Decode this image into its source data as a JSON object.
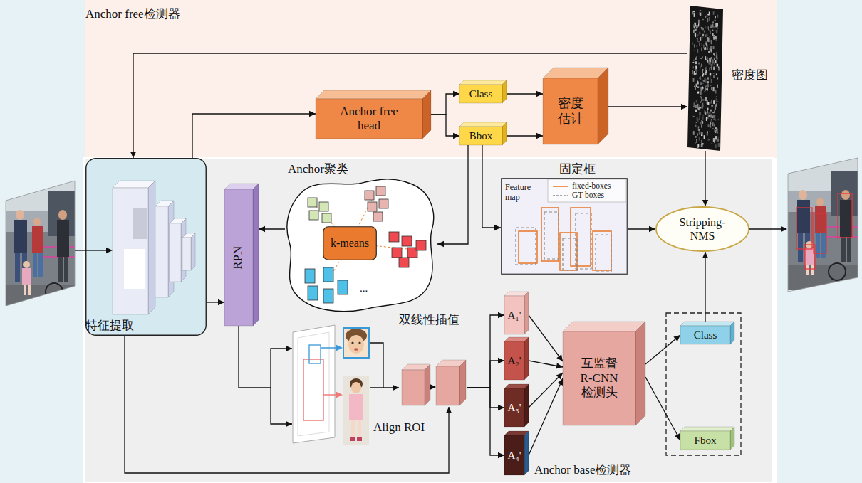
{
  "diagram": {
    "nodes": [
      {
        "text": [
          "Anchor free检测器"
        ]
      },
      {
        "text": [
          "Anchor base检测器"
        ]
      },
      {
        "text": [
          "Anchor free head"
        ],
        "in": 0
      },
      {
        "text": [
          "Class"
        ],
        "in": 0
      },
      {
        "text": [
          "Bbox"
        ],
        "in": 0
      },
      {
        "text": [
          "密度 估计"
        ],
        "in": 0
      },
      {
        "text": [
          "密度图"
        ],
        "in": 0
      },
      {
        "text": [
          "特征提取"
        ],
        "in": 1
      },
      {
        "text": [
          "RPN"
        ],
        "in": 1
      },
      {
        "text": [
          "Anchor聚类",
          "..."
        ],
        "in": 1
      },
      {
        "text": [
          "k-means"
        ],
        "in": 9
      },
      {
        "text": [
          "固定框",
          "Feature map"
        ],
        "in": 1
      },
      {
        "text": [
          "Stripping-NMS"
        ],
        "in": 1
      },
      {
        "text": [
          "Align ROI"
        ],
        "in": 1
      },
      {
        "text": [
          "双线性插值"
        ],
        "in": 1
      },
      {
        "text": [
          "A₁'"
        ],
        "in": 1
      },
      {
        "text": [
          "A₂'"
        ],
        "in": 1
      },
      {
        "text": [
          "A₃'"
        ],
        "in": 1
      },
      {
        "text": [
          "A₄'"
        ],
        "in": 1
      },
      {
        "text": [
          "互监督 R-CNN 检测头"
        ],
        "in": 1
      },
      {
        "text": [
          "Class"
        ],
        "in": 1
      },
      {
        "text": [
          "Fbox"
        ],
        "in": 1
      }
    ],
    "edges": [
      {
        "from": 7,
        "to": 2,
        "arrow": "to"
      },
      {
        "from": 6,
        "to": 7,
        "arrow": "to"
      },
      {
        "from": 2,
        "to": 3,
        "arrow": "to"
      },
      {
        "from": 2,
        "to": 4,
        "arrow": "to"
      },
      {
        "from": 3,
        "to": 5,
        "arrow": "to"
      },
      {
        "from": 4,
        "to": 5,
        "arrow": "to"
      },
      {
        "from": 5,
        "to": 6,
        "arrow": "to"
      },
      {
        "from": 4,
        "to": 9,
        "arrow": "to"
      },
      {
        "from": 4,
        "to": 11,
        "arrow": "to"
      },
      {
        "from": 9,
        "to": 8,
        "arrow": "to"
      },
      {
        "from": 7,
        "to": 8,
        "arrow": "to"
      },
      {
        "from": 8,
        "to": 13,
        "arrow": "to"
      },
      {
        "from": 13,
        "to": 14,
        "arrow": "to"
      },
      {
        "from": 7,
        "to": 14,
        "arrow": "to"
      },
      {
        "from": 14,
        "to": 15,
        "arrow": "to"
      },
      {
        "from": 14,
        "to": 16,
        "arrow": "to"
      },
      {
        "from": 14,
        "to": 17,
        "arrow": "to"
      },
      {
        "from": 14,
        "to": 18,
        "arrow": "to"
      },
      {
        "from": 15,
        "to": 19,
        "arrow": "to"
      },
      {
        "from": 16,
        "to": 19,
        "arrow": "to"
      },
      {
        "from": 17,
        "to": 19,
        "arrow": "to"
      },
      {
        "from": 18,
        "to": 19,
        "arrow": "to"
      },
      {
        "from": 19,
        "to": 20,
        "arrow": "to"
      },
      {
        "from": 19,
        "to": 21,
        "arrow": "to"
      },
      {
        "from": 20,
        "to": 12,
        "arrow": "to"
      },
      {
        "from": 6,
        "to": 12,
        "arrow": "to"
      },
      {
        "from": 11,
        "to": 12,
        "arrow": "to"
      }
    ],
    "legend": [
      {
        "text": "fixed-boxes"
      },
      {
        "text": "GT-boxes"
      }
    ]
  }
}
